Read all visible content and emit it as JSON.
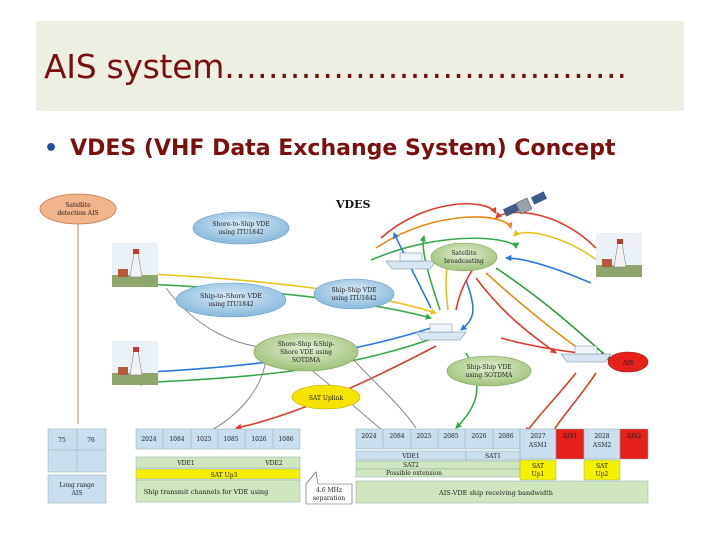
{
  "slide": {
    "title": "AIS system……………………………….",
    "bullet": "VDES (VHF Data Exchange  System) Concept"
  },
  "diagram": {
    "heading": "VDES",
    "ellipses": {
      "satellite_detection": [
        "Satellite",
        "detection AIS"
      ],
      "shore_to_ship": [
        "Shore-to-Ship VDE",
        "using ITU1842"
      ],
      "ship_to_shore": [
        "Ship-to-Shore VDE",
        "using ITU1842"
      ],
      "ship_ship_itu": [
        "Ship-Ship VDE",
        "using ITU1842"
      ],
      "satellite_broadcasting": [
        "Satellite",
        "broadcasting"
      ],
      "shore_ship_sotdma": [
        "Shore-Ship &Ship-",
        "Shore VDE using",
        "SOTDMA"
      ],
      "ship_ship_sotdma": [
        "Ship-Ship VDE",
        "using SOTDMA"
      ],
      "sat_uplink": [
        "SAT Uplink"
      ],
      "ais": [
        "AIS"
      ]
    },
    "left_channels": [
      "75",
      "76"
    ],
    "long_range": [
      "Long range",
      "AIS"
    ],
    "mid_channels": [
      "2024",
      "1084",
      "1025",
      "1085",
      "1026",
      "1086"
    ],
    "mid_vde1": "VDE1",
    "mid_vde2": "VDE2",
    "mid_sat_up3": "SAT Up3",
    "mid_caption": "Ship transmit channels for VDE using",
    "separation": [
      "4.6 MHz",
      "separation"
    ],
    "right_channels": [
      "2024",
      "2084",
      "2025",
      "2085",
      "2026",
      "2086"
    ],
    "right_vde1": "VDE1",
    "right_sat1": "SAT1",
    "right_sat2": "SAT2",
    "possible_extension": "Possible extension",
    "right_extra_cells": [
      "2027",
      "AIS1",
      "2028",
      "AIS2"
    ],
    "asm1": "ASM1",
    "asm2": "ASM2",
    "sat_up1": [
      "SAT",
      "Up1"
    ],
    "sat_up2": [
      "SAT",
      "Up2"
    ],
    "right_caption": "AIS-VDE ship receiving bandwidth",
    "colors": {
      "title_bg": "#ecefe2",
      "title_text": "#7a0f0f",
      "ellipse_blue": "#9ec9e6",
      "ellipse_green": "#b9d49a",
      "satellite_detection": "#f2b48a",
      "sat_uplink": "#f5e400",
      "ais_red": "#e8201c",
      "cell_blue": "#c9dff0",
      "cell_green": "#cfe6bf",
      "cell_yellow": "#f4f000",
      "cell_red": "#e8201c"
    },
    "icons": [
      "satellite-icon",
      "lighthouse-icon",
      "ship-icon"
    ]
  }
}
